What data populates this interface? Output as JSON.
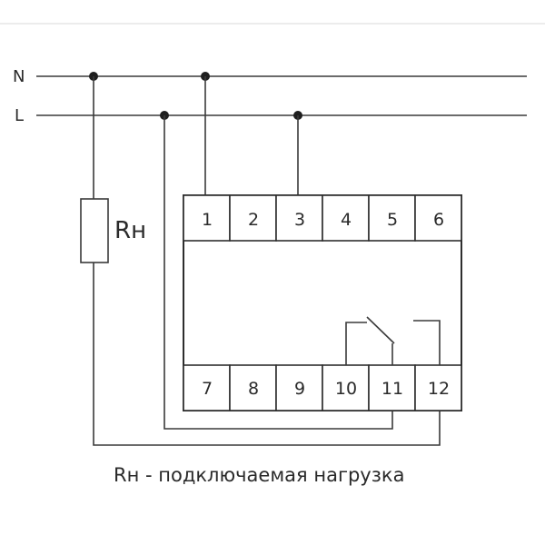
{
  "lines": {
    "neutral_label": "N",
    "phase_label": "L"
  },
  "load": {
    "label": "Rн"
  },
  "terminals": {
    "top": [
      "1",
      "2",
      "3",
      "4",
      "5",
      "6"
    ],
    "bottom": [
      "7",
      "8",
      "9",
      "10",
      "11",
      "12"
    ]
  },
  "caption": "Rн - подключаемая нагрузка",
  "colors": {
    "line": "#3a3a3a",
    "background": "#ffffff"
  }
}
